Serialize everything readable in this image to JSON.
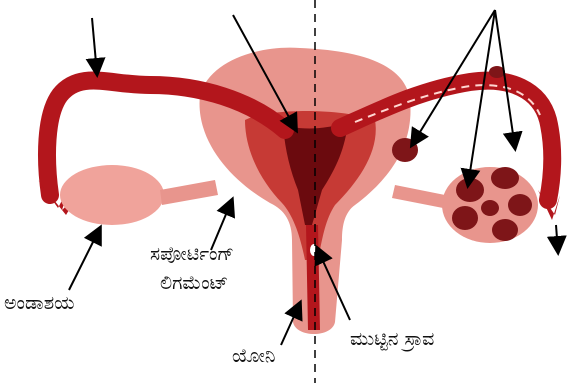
{
  "labels": {
    "ovary": "ಅಂಡಾಶಯ",
    "ligament_line1": "ಸಪೋರ್ಟಿಂಗ್",
    "ligament_line2": "ಲಿಗಮೆಂಟ್",
    "vagina": "ಯೋನಿ",
    "menstrual_flow": "ಮುಟ್ಟಿನ ಸ್ರಾವ"
  },
  "colors": {
    "uterus_body": "#e8958d",
    "uterus_inner": "#c63a35",
    "cavity": "#6b0a0e",
    "tube": "#b3161c",
    "ovary_normal": "#f0a39b",
    "ovary_dark": "#7e1518",
    "arrow": "#000000"
  }
}
